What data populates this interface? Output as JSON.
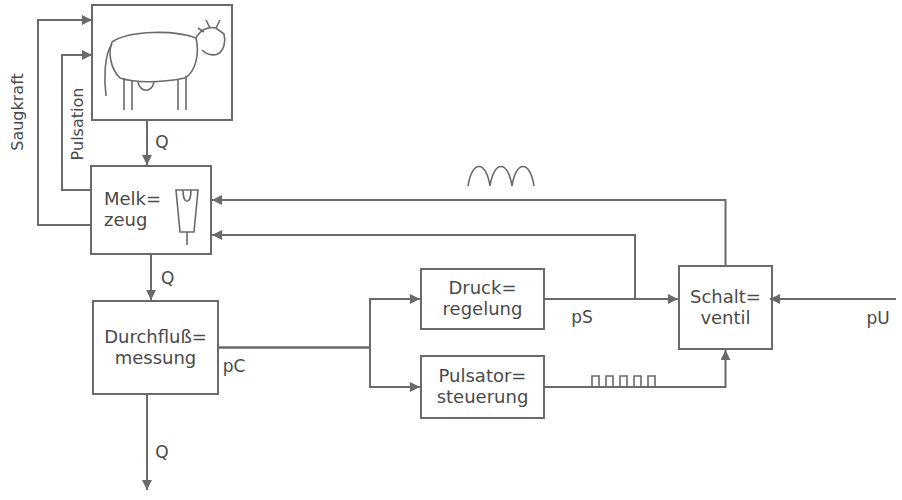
{
  "diagram": {
    "nodes": [
      {
        "text": [
          "Melk= zeug"
        ]
      },
      {
        "text": [
          "Durchfluß= messung"
        ]
      },
      {
        "text": [
          "Druck= regelung"
        ]
      },
      {
        "text": [
          "Pulsator= steuerung"
        ]
      },
      {
        "text": [
          "Schalt= ventil"
        ]
      }
    ],
    "edges": [
      {
        "from": 0,
        "to": 1,
        "arrow": "to",
        "label": "Q"
      },
      {
        "from": 1,
        "to": 2,
        "arrow": "to"
      },
      {
        "from": 1,
        "to": 3,
        "arrow": "to"
      },
      {
        "from": 2,
        "to": 4,
        "arrow": "to"
      },
      {
        "from": 2,
        "to": 0,
        "arrow": "to"
      },
      {
        "from": 3,
        "to": 4,
        "arrow": "to"
      },
      {
        "from": 4,
        "to": 0,
        "arrow": "to"
      }
    ],
    "labels": [
      "Saugkraft",
      "Pulsation",
      "Q",
      "Q",
      "pC",
      "pS",
      "pU"
    ]
  }
}
